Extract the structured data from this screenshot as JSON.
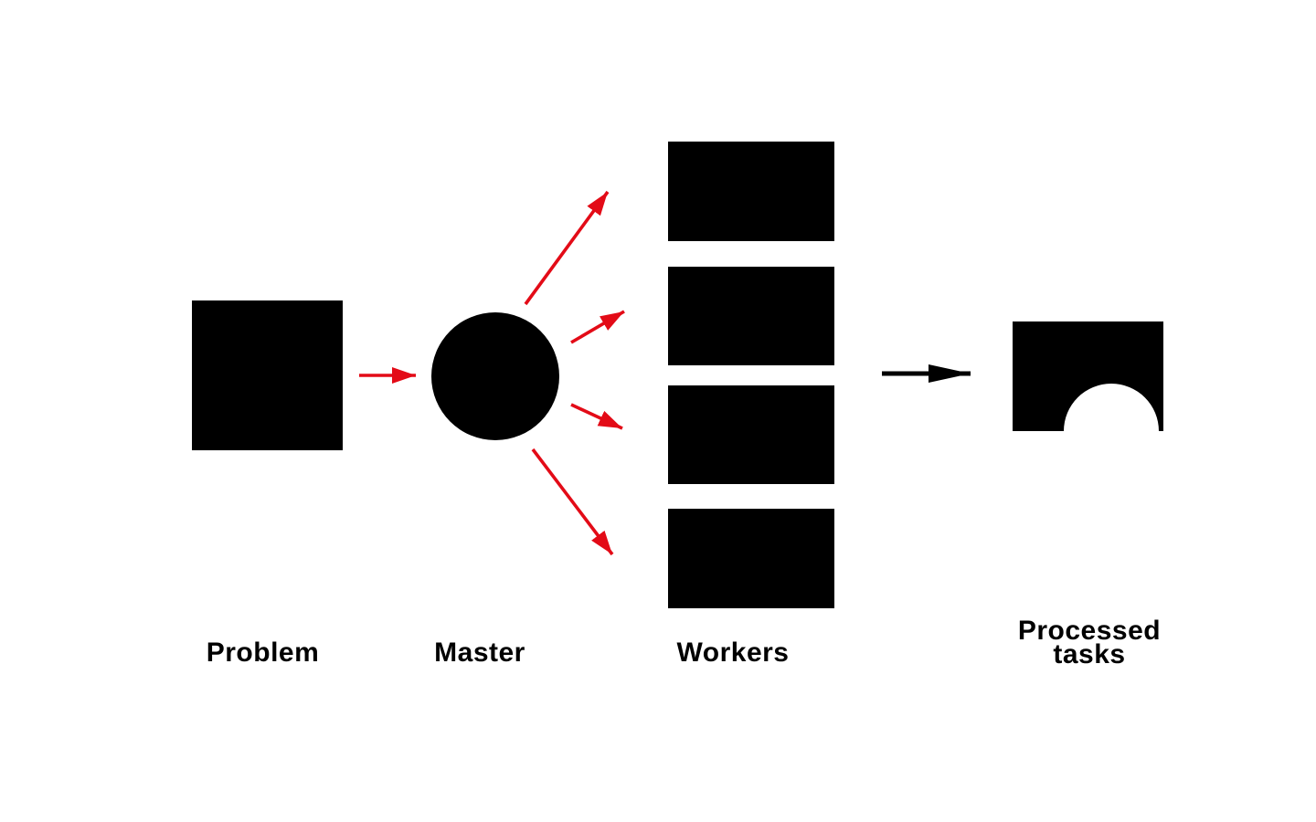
{
  "diagram": {
    "nodes": {
      "problem": {
        "label": "Problem",
        "shape": "square"
      },
      "master": {
        "label": "Master",
        "shape": "circle"
      },
      "workers": {
        "label": "Workers",
        "shape": "rectangle",
        "count": 4
      },
      "processed_tasks": {
        "label": "Processed tasks",
        "shape": "rectangle-with-semicircle-notch"
      }
    },
    "edges": [
      {
        "from": "problem",
        "to": "master",
        "color": "red",
        "count": 1
      },
      {
        "from": "master",
        "to": "workers",
        "color": "red",
        "count": 4
      },
      {
        "from": "workers",
        "to": "processed_tasks",
        "color": "black",
        "count": 1
      }
    ]
  },
  "colors": {
    "black": "#000000",
    "red": "#e30b17",
    "background": "#ffffff"
  }
}
